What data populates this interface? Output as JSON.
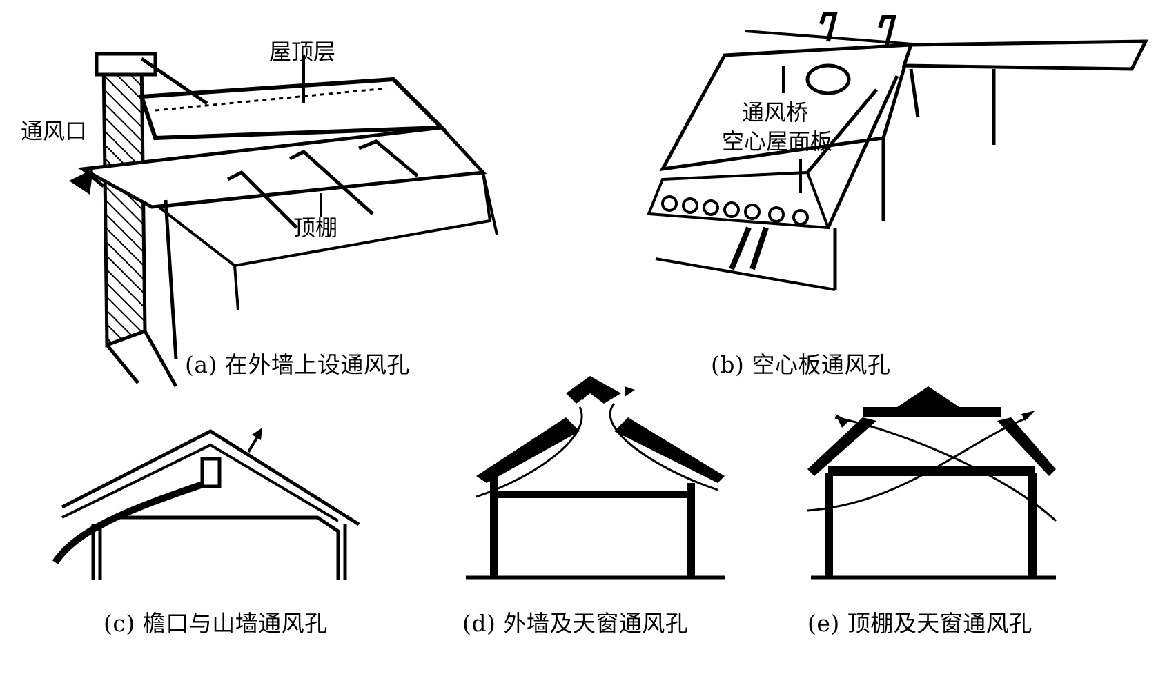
{
  "panels": {
    "a": {
      "caption": "(a) 在外墙上设通风孔",
      "labels": {
        "roof_layer": "屋顶层",
        "vent": "通风口",
        "ceiling": "顶棚"
      }
    },
    "b": {
      "caption": "(b) 空心板通风孔",
      "labels": {
        "vent_bridge": "通风桥",
        "hollow_slab": "空心屋面板"
      }
    },
    "c": {
      "caption": "(c) 檐口与山墙通风孔"
    },
    "d": {
      "caption": "(d) 外墙及天窗通风孔"
    },
    "e": {
      "caption": "(e) 顶棚及天窗通风孔"
    }
  }
}
